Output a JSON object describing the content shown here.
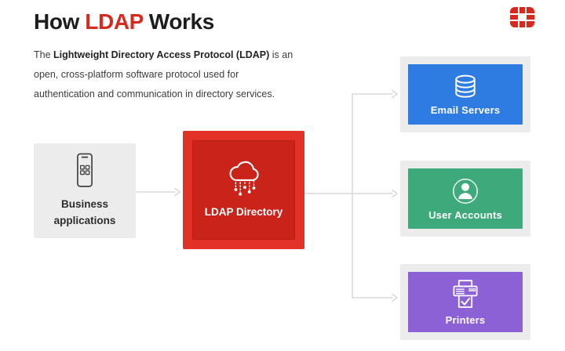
{
  "colors": {
    "brand_red": "#d8291f",
    "hub_outer": "#e23127",
    "hub_inner": "#ca2319",
    "card_gray": "#ececec",
    "connector": "#d8d8d8",
    "heading": "#1d1d1d",
    "body_text": "#3c3c3c",
    "source_label": "#2e2e2e",
    "icon_dark": "#3f3f3f"
  },
  "header": {
    "title_pre": "How ",
    "title_highlight": "LDAP",
    "title_post": " Works",
    "description_line1_pre": "The ",
    "description_line1_bold": "Lightweight Directory Access Protocol (LDAP)",
    "description_line1_post": " is an",
    "description_line2": "open, cross-platform software protocol used for",
    "description_line3": "authentication and communication in directory services.",
    "logo_icon": "fortinet-logo"
  },
  "diagram": {
    "source": {
      "label": "Business applications",
      "icon": "smartphone-apps-icon"
    },
    "hub": {
      "label": "LDAP Directory",
      "icon": "cloud-directory-icon"
    },
    "targets": [
      {
        "label": "Email Servers",
        "icon": "database-icon",
        "color": "#2e7ce1"
      },
      {
        "label": "User Accounts",
        "icon": "user-circle-icon",
        "color": "#3eaa7b"
      },
      {
        "label": "Printers",
        "icon": "printer-check-icon",
        "color": "#8d61d6"
      }
    ]
  }
}
